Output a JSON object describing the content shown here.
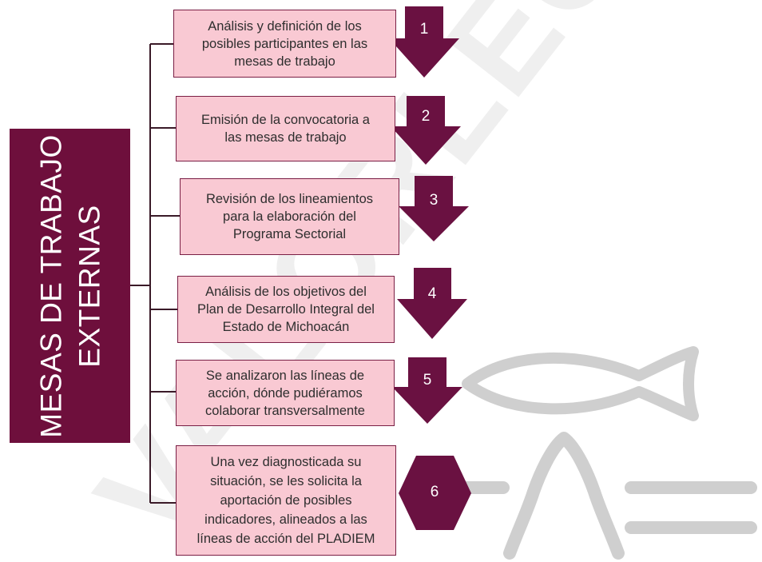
{
  "diagram": {
    "title": "MESAS DE TRABAJO\nEXTERNAS",
    "steps": [
      {
        "number": "1",
        "text": "Análisis y definición de los\nposibles participantes en las\nmesas de trabajo"
      },
      {
        "number": "2",
        "text": "Emisión de la convocatoria a\nlas mesas de trabajo"
      },
      {
        "number": "3",
        "text": "Revisión de los lineamientos\npara la elaboración del\nPrograma Sectorial"
      },
      {
        "number": "4",
        "text": "Análisis de los objetivos del\nPlan de Desarrollo Integral del\nEstado de Michoacán"
      },
      {
        "number": "5",
        "text": "Se analizaron las líneas de\nacción, dónde pudiéramos\ncolaborar transversalmente"
      },
      {
        "number": "6",
        "text": "Una vez diagnosticada su\nsituación, se les solicita la\naportación de posibles\nindicadores, alineados a las\nlíneas de acción del PLADIEM"
      }
    ],
    "watermark_text": "VALORLEGAL"
  },
  "colors": {
    "title_fill": "#6e0f3c",
    "box_fill": "#f9c9d3",
    "box_border": "#7a1f45",
    "arrow_fill": "#6a1141",
    "watermark": "#cfcfcf"
  }
}
